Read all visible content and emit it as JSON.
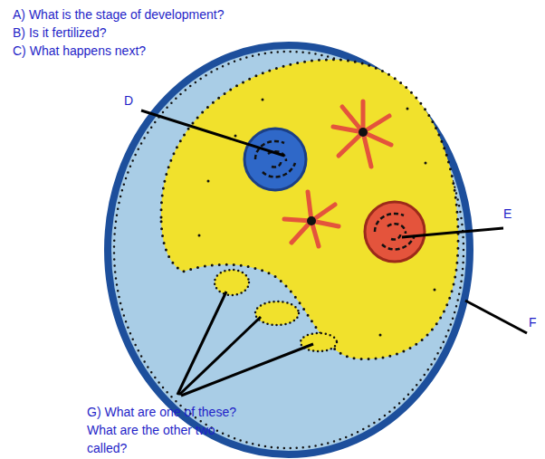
{
  "diagram": {
    "labels": [
      "A)  What is the stage of development?",
      "B)  Is it fertilized?",
      "C)  What happens next?",
      "D",
      "E",
      "F",
      "G) What are one of these? What are the other two called?"
    ]
  }
}
